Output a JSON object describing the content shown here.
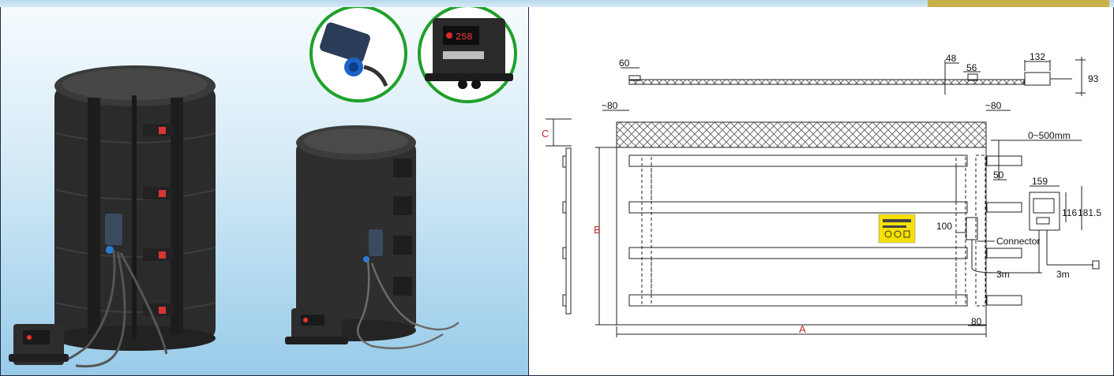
{
  "drawing": {
    "dim_60": "60",
    "dim_48": "48",
    "dim_56": "56",
    "dim_132": "132",
    "dim_93": "93",
    "dim_80_left": "~80",
    "dim_80_right": "~80",
    "dim_0_500": "0~500mm",
    "dim_50": "50",
    "dim_159": "159",
    "dim_116": "116",
    "dim_181_5": "181.5",
    "dim_100": "100",
    "label_connector": "Connector",
    "dim_3m_left": "3m",
    "dim_3m_right": "3m",
    "dim_80_bottom": "80",
    "label_A": "A",
    "label_B": "B",
    "label_C": "C"
  },
  "controller": {
    "display_value": "258"
  },
  "colors": {
    "border": "#1f2a44",
    "highlight_ring": "#1fa12a",
    "dimension_red": "#c62828",
    "label_yellow": "#f5e000",
    "blanket": "#2a2a2a"
  }
}
